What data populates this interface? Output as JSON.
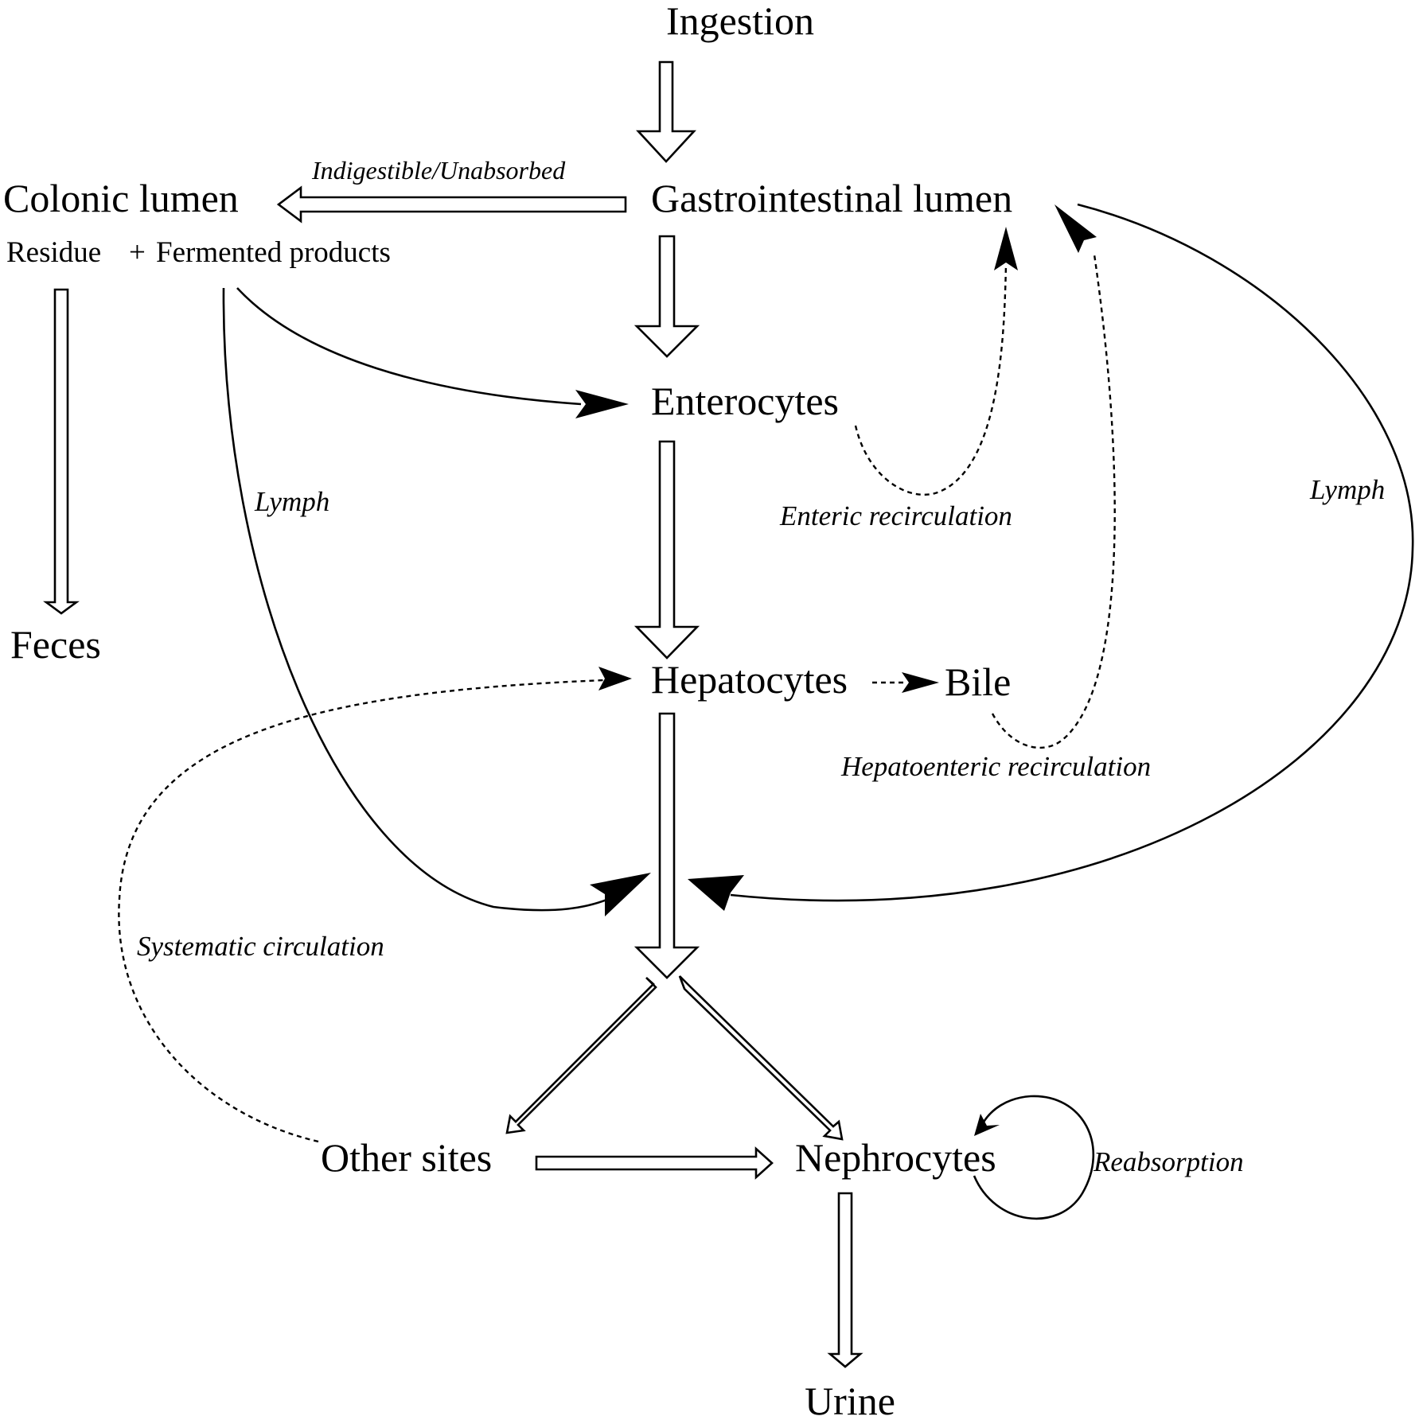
{
  "diagram": {
    "nodes": {
      "ingestion": "Ingestion",
      "gi_lumen": "Gastrointestinal lumen",
      "colonic_lumen": "Colonic lumen",
      "residue": "Residue",
      "plus": "+",
      "fermented": "Fermented products",
      "feces": "Feces",
      "enterocytes": "Enterocytes",
      "hepatocytes": "Hepatocytes",
      "bile": "Bile",
      "other_sites": "Other sites",
      "nephrocytes": "Nephrocytes",
      "urine": "Urine"
    },
    "labels": {
      "indigestible": "Indigestible/Unabsorbed",
      "lymph_left": "Lymph",
      "lymph_right": "Lymph",
      "enteric": "Enteric recirculation",
      "hepatoenteric": "Hepatoenteric recirculation",
      "systematic": "Systematic circulation",
      "reabsorption": "Reabsorption"
    }
  }
}
